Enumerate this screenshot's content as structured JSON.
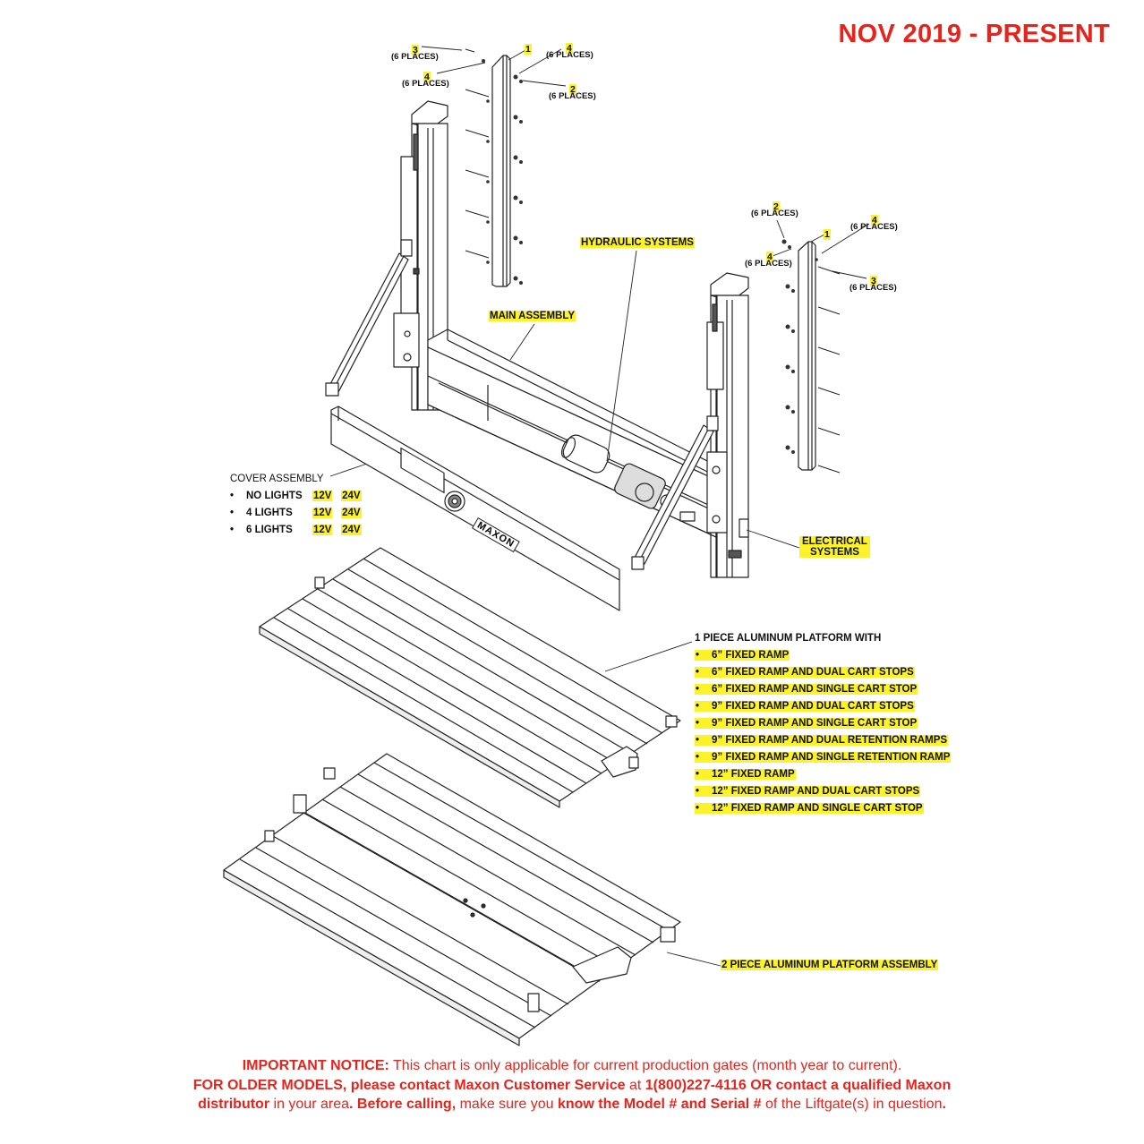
{
  "header": {
    "date_range": "NOV 2019 - PRESENT"
  },
  "callouts_left_top": {
    "n3": "3",
    "n3_places": "(6 PLACES)",
    "n4a": "4",
    "n4a_places": "(6 PLACES)",
    "n1": "1",
    "n4b": "4",
    "n4b_places": "(6 PLACES)",
    "n2": "2",
    "n2_places": "(6 PLACES)"
  },
  "callouts_right_top": {
    "n2": "2",
    "n2_places": "(6 PLACES)",
    "n1": "1",
    "n4a": "4",
    "n4a_places": "(6 PLACES)",
    "n4b": "4",
    "n4b_places": "(6 PLACES)",
    "n3": "3",
    "n3_places": "(6 PLACES)"
  },
  "labels": {
    "hydraulic": "HYDRAULIC SYSTEMS",
    "main_assembly": "MAIN ASSEMBLY",
    "electrical_1": "ELECTRICAL",
    "electrical_2": "SYSTEMS",
    "two_piece": "2 PIECE ALUMINUM PLATFORM ASSEMBLY"
  },
  "cover_assembly": {
    "title": "COVER ASSEMBLY",
    "rows": [
      {
        "bullet": "•",
        "name": "NO LIGHTS",
        "v1": "12V",
        "v2": "24V"
      },
      {
        "bullet": "•",
        "name": "4 LIGHTS",
        "v1": "12V",
        "v2": "24V"
      },
      {
        "bullet": "•",
        "name": "6 LIGHTS",
        "v1": "12V",
        "v2": "24V"
      }
    ]
  },
  "platform_1pc": {
    "title": "1 PIECE ALUMINUM PLATFORM WITH",
    "items": [
      "6” FIXED RAMP",
      "6” FIXED RAMP AND DUAL CART STOPS",
      "6” FIXED RAMP AND SINGLE CART STOP",
      "9” FIXED RAMP AND DUAL CART STOPS",
      "9” FIXED RAMP AND SINGLE CART STOP",
      "9” FIXED RAMP AND DUAL RETENTION RAMPS",
      "9” FIXED RAMP AND SINGLE RETENTION RAMP",
      "12” FIXED RAMP",
      "12” FIXED RAMP AND DUAL CART STOPS",
      "12” FIXED RAMP AND SINGLE CART STOP"
    ]
  },
  "notice": {
    "l1_bold": "IMPORTANT NOTICE:",
    "l1_rest": " This chart is only applicable for current production gates (month year to current).",
    "l2_a": "FOR OLDER MODELS, please contact Maxon Customer Service",
    "l2_b": " at ",
    "l2_c": "1(800)227-4116 OR contact a qualified Maxon",
    "l3_a": "distributor",
    "l3_b": " in your area",
    "l3_c": ". Before calling,",
    "l3_d": " make sure you ",
    "l3_e": "know the Model # and Serial #",
    "l3_f": " of the Liftgate(s) in question",
    "l3_g": "."
  },
  "logo": {
    "text": "MAXON"
  }
}
